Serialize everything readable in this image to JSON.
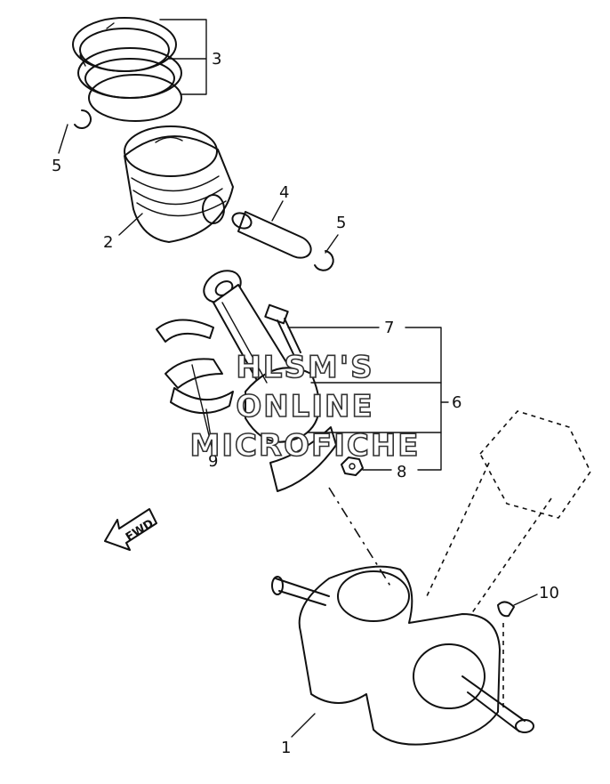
{
  "callouts": {
    "c1": "1",
    "c2": "2",
    "c3": "3",
    "c4": "4",
    "c5a": "5",
    "c5b": "5",
    "c6": "6",
    "c7": "7",
    "c8": "8",
    "c9": "9",
    "c10": "10"
  },
  "watermark": {
    "line1": "HLSM'S",
    "line2": "ONLINE",
    "line3": "MICROFICHE"
  },
  "direction_arrow": {
    "label": "FWD",
    "icon": "fwd-arrow-icon"
  },
  "colors": {
    "ink": "#111111",
    "background": "#ffffff"
  }
}
